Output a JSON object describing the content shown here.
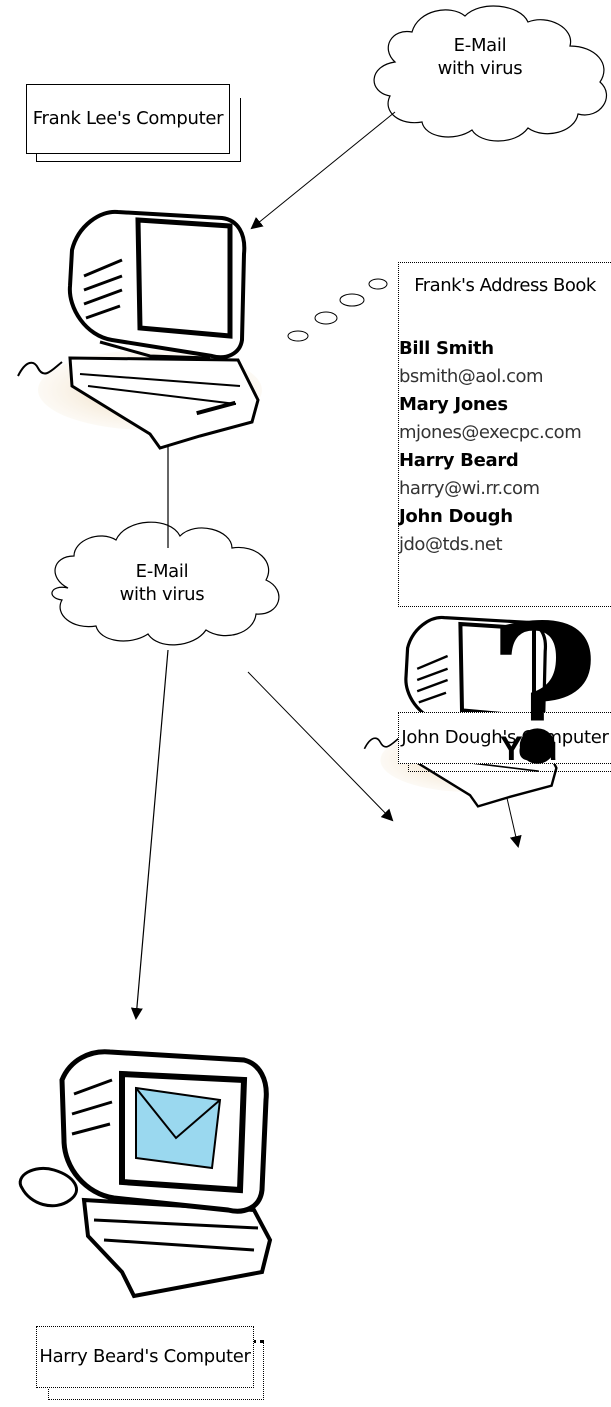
{
  "clouds": {
    "top": {
      "line1": "E-Mail",
      "line2": "with virus"
    },
    "middle": {
      "line1": "E-Mail",
      "line2": "with virus"
    }
  },
  "computers": {
    "frank": {
      "label": "Frank Lee's Computer"
    },
    "john": {
      "label": "John Dough's Computer"
    },
    "harry": {
      "label": "Harry Beard's Computer"
    }
  },
  "address_book": {
    "title": "Frank's Address Book",
    "entries": [
      {
        "name": "Bill Smith",
        "email": "bsmith@aol.com"
      },
      {
        "name": "Mary Jones",
        "email": "mjones@execpc.com"
      },
      {
        "name": "Harry Beard",
        "email": "harry@wi.rr.com"
      },
      {
        "name": "John Dough",
        "email": "jdo@tds.net"
      }
    ]
  },
  "unknown": {
    "symbol": "?",
    "label": "You"
  },
  "colors": {
    "monitor_shadow": "#e8cfa8",
    "envelope": "#9ad8ef",
    "line": "#000000"
  }
}
